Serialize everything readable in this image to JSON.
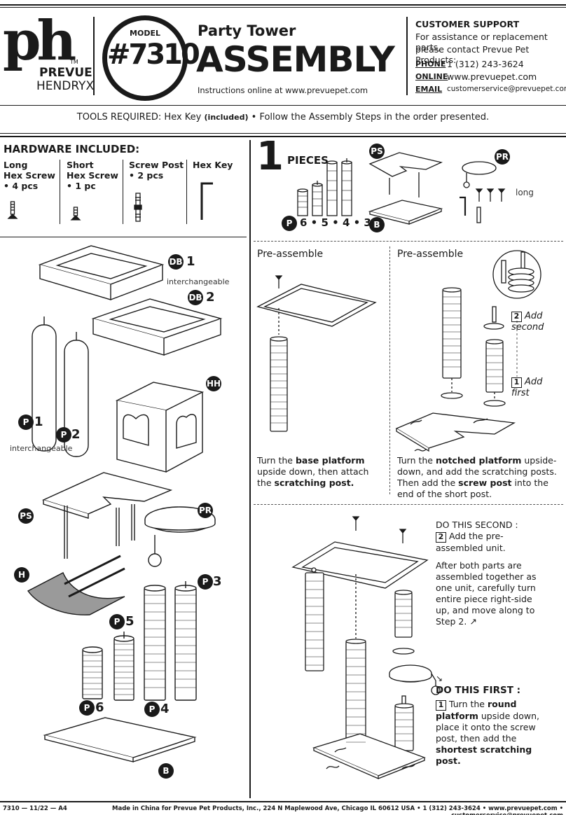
{
  "header": {
    "logo": {
      "monogram": "ph",
      "tm": "TM",
      "brand_line1": "PREVUE",
      "brand_line2": "HENDRYX"
    },
    "model_label": "MODEL",
    "model_number": "#7310",
    "product_name": "Party Tower",
    "doc_title": "ASSEMBLY",
    "instructions_online": "Instructions online at www.prevuepet.com",
    "support": {
      "title": "CUSTOMER SUPPORT",
      "intro_line1": "For assistance or replacement parts,",
      "intro_line2": "please contact Prevue Pet Products:",
      "phone_label": "PHONE",
      "phone_value": "1 (312) 243-3624",
      "online_label": "ONLINE",
      "online_value": "www.prevuepet.com",
      "email_label": "EMAIL",
      "email_value": "customerservice@prevuepet.com"
    }
  },
  "tools_bar": {
    "prefix": "TOOLS REQUIRED: Hex Key",
    "included": "(included)",
    "suffix": "•  Follow the Assembly Steps in the order presented."
  },
  "hardware": {
    "title": "HARDWARE INCLUDED:",
    "items": [
      {
        "line1": "Long",
        "line2": "Hex Screw",
        "line3": "• 4 pcs"
      },
      {
        "line1": "Short",
        "line2": "Hex Screw",
        "line3": "• 1 pc"
      },
      {
        "line1": "Screw Post",
        "line2": "• 2 pcs",
        "line3": ""
      },
      {
        "line1": "Hex Key",
        "line2": "",
        "line3": ""
      }
    ]
  },
  "parts_left": {
    "db1_badge": "DB",
    "db1_num": "1",
    "db_interchangeable": "interchangeable",
    "db2_badge": "DB",
    "db2_num": "2",
    "hh_badge": "HH",
    "p1_badge": "P",
    "p1_num": "1",
    "p2_badge": "P",
    "p2_num": "2",
    "p_interchangeable": "interchangeable",
    "ps_badge": "PS",
    "pr_badge": "PR",
    "h_badge": "H",
    "p3_badge": "P",
    "p3_num": "3",
    "p5_badge": "P",
    "p5_num": "5",
    "p6_badge": "P",
    "p6_num": "6",
    "p4_badge": "P",
    "p4_num": "4",
    "b_badge": "B"
  },
  "step1": {
    "number": "1",
    "title": "PIECES",
    "ps_badge": "PS",
    "pr_badge": "PR",
    "long_label": "long",
    "posts_badge": "P",
    "posts_numbers": "6 • 5 • 4 • 3",
    "b_badge": "B"
  },
  "preassemble_left": {
    "title": "Pre-assemble",
    "text_a": "Turn the ",
    "bold_a": "base platform",
    "text_b": " upside down, then attach the ",
    "bold_b": "scratching post."
  },
  "preassemble_right": {
    "title": "Pre-assemble",
    "add_second_num": "2",
    "add_second": "Add second",
    "add_first_num": "1",
    "add_first": "Add first",
    "text_a": "Turn the ",
    "bold_a": "notched platform",
    "text_b": " upside-down, and add the scratching posts. Then add the ",
    "bold_b": "screw post",
    "text_c": " into the end of the short post."
  },
  "final": {
    "second_title": "DO THIS SECOND :",
    "second_num": "2",
    "second_line": "Add the pre-assembled unit.",
    "after_text": "After both parts are assembled together as one unit, carefully turn entire piece right-side up, and move along to Step 2. ↗",
    "arrow_down": "↘",
    "first_title": "DO THIS FIRST :",
    "first_num": "1",
    "first_a": "Turn the ",
    "first_bold_a": "round platform",
    "first_b": " upside down, place it onto the screw post, then add the ",
    "first_bold_b": "shortest scratching post."
  },
  "footer": {
    "left": "7310 — 11/22 — A4",
    "right": "Made in China for Prevue Pet Products, Inc., 224 N Maplewood Ave, Chicago IL  60612  USA • 1 (312) 243-3624 • www.prevuepet.com • customerservice@prevuepet.com"
  }
}
